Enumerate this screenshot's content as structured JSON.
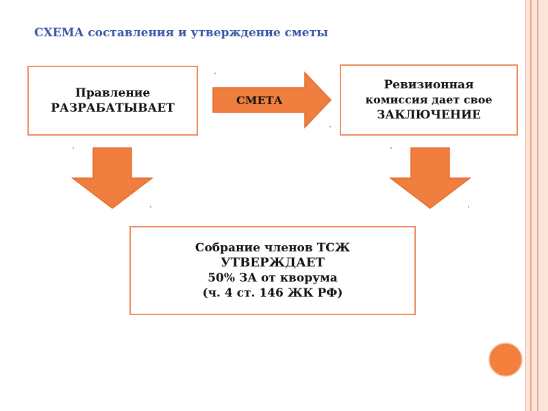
{
  "title": "СХЕМА составления и утверждение сметы",
  "box_board": {
    "lines": [
      "Правление",
      "РАЗРАБАТЫВАЕТ"
    ]
  },
  "arrow_estimate": {
    "label": "СМЕТА"
  },
  "box_audit": {
    "lines": [
      "Ревизионная",
      "комиссия дает свое",
      "ЗАКЛЮЧЕНИЕ"
    ]
  },
  "box_meeting": {
    "lines": [
      "Собрание членов ТСЖ",
      "УТВЕРЖДАЕТ",
      "50% ЗА от кворума",
      "(ч. 4 ст. 146 ЖК РФ)"
    ]
  },
  "colors": {
    "accent_orange": "#ef8a5e",
    "arrow_fill": "#f07f3f",
    "title_blue": "#3b55a8",
    "frame_pink": "#fbe4da"
  }
}
